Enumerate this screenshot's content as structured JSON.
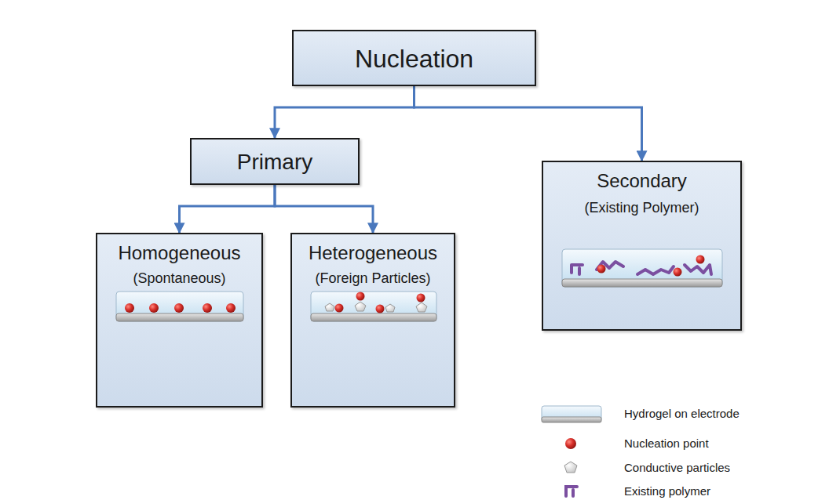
{
  "diagram": {
    "nodes": [
      {
        "text": [
          "Nucleation"
        ]
      },
      {
        "text": [
          "Primary"
        ]
      },
      {
        "text": [
          "Secondary",
          "(Existing Polymer)"
        ]
      },
      {
        "text": [
          "Homogeneous",
          "(Spontaneous)"
        ]
      },
      {
        "text": [
          "Heterogeneous",
          "(Foreign Particles)"
        ]
      }
    ],
    "edges": [
      {
        "from": 0,
        "to": 1,
        "arrow": "to"
      },
      {
        "from": 0,
        "to": 2,
        "arrow": "to"
      },
      {
        "from": 1,
        "to": 3,
        "arrow": "to"
      },
      {
        "from": 1,
        "to": 4,
        "arrow": "to"
      }
    ],
    "legend": [
      {
        "text": "Hydrogel on electrode"
      },
      {
        "text": "Nucleation point"
      },
      {
        "text": "Conductive particles"
      },
      {
        "text": "Existing polymer"
      }
    ]
  }
}
